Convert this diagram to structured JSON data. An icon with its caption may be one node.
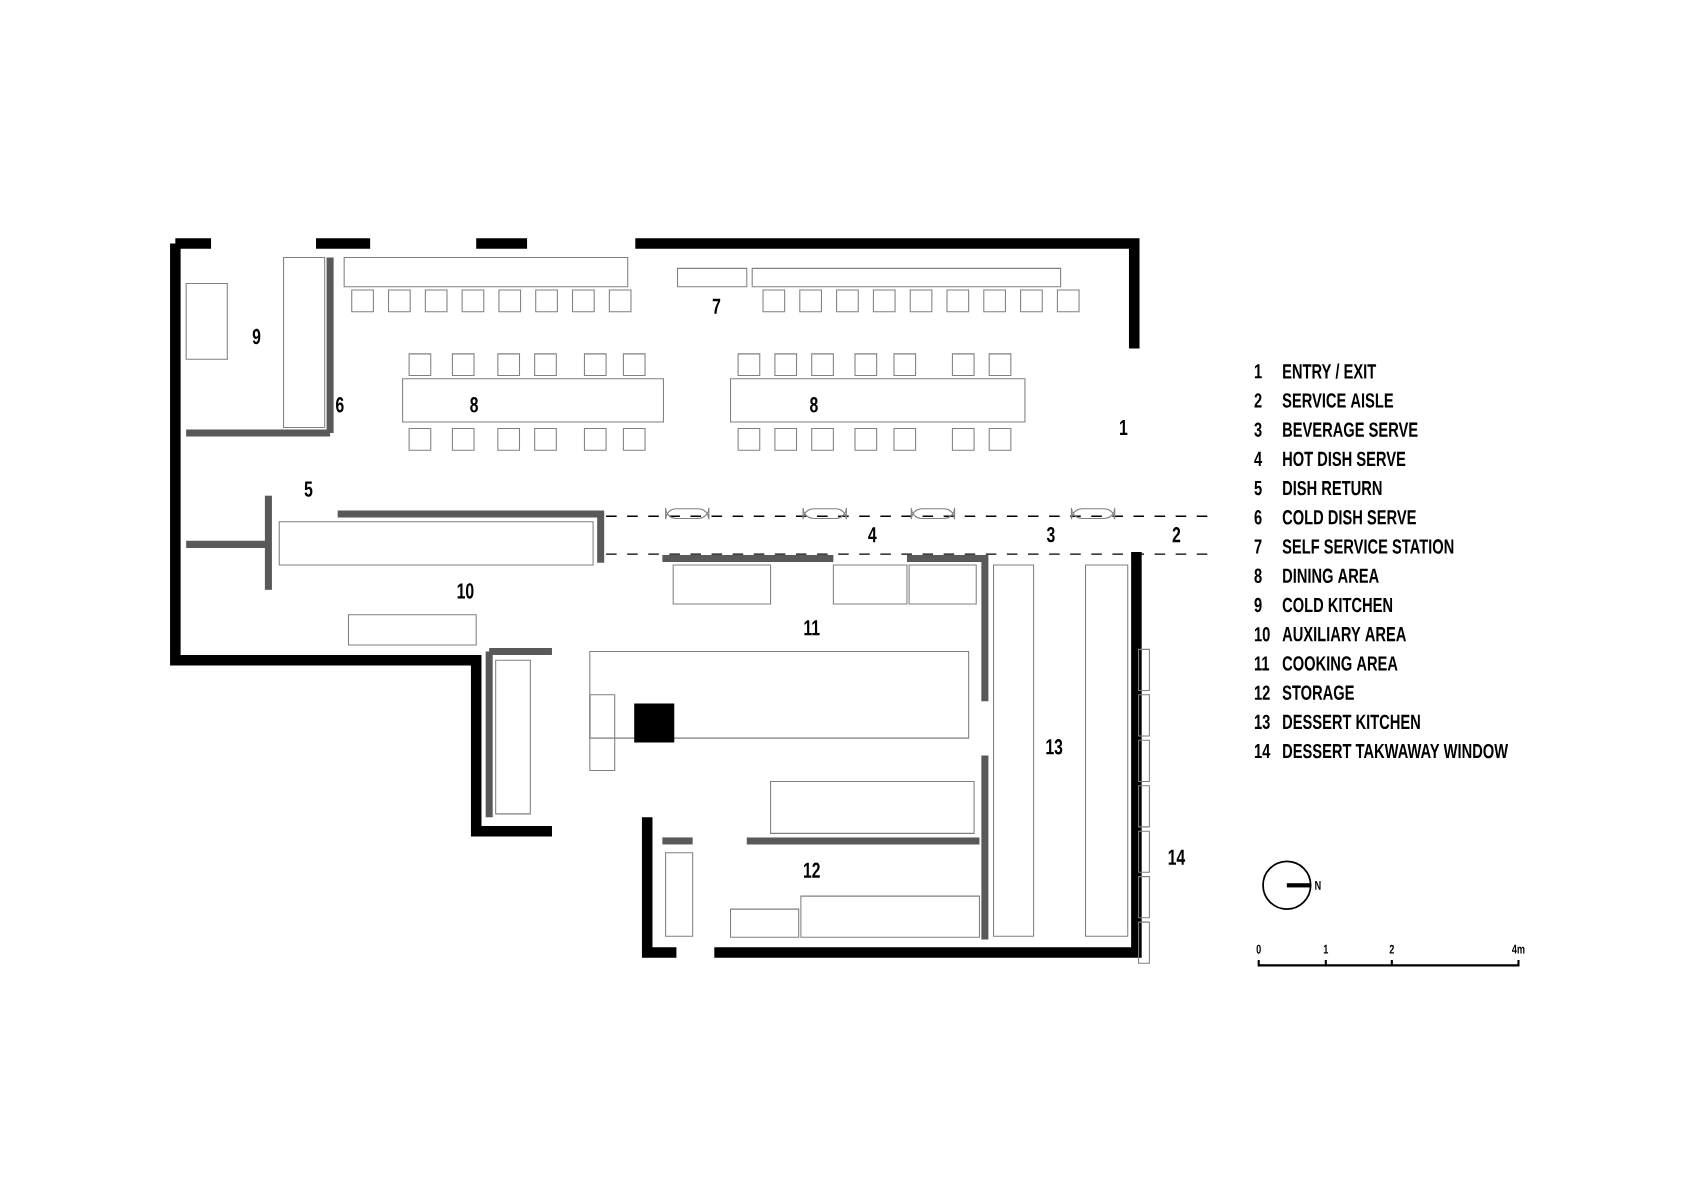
{
  "diagram": {
    "labels": [
      "9",
      "7",
      "6",
      "8",
      "8",
      "1",
      "5",
      "4",
      "3",
      "2",
      "10",
      "11",
      "13",
      "12",
      "14",
      "1",
      "ENTRY / EXIT",
      "2",
      "SERVICE AISLE",
      "3",
      "BEVERAGE SERVE",
      "4",
      "HOT DISH SERVE",
      "5",
      "DISH RETURN",
      "6",
      "COLD DISH SERVE",
      "7",
      "SELF SERVICE STATION",
      "8",
      "DINING AREA",
      "9",
      "COLD KITCHEN",
      "10",
      "AUXILIARY AREA",
      "11",
      "COOKING AREA",
      "12",
      "STORAGE",
      "13",
      "DESSERT KITCHEN",
      "14",
      "DESSERT TAKWAWAY WINDOW",
      "N",
      "0",
      "1",
      "2",
      "4m"
    ]
  }
}
